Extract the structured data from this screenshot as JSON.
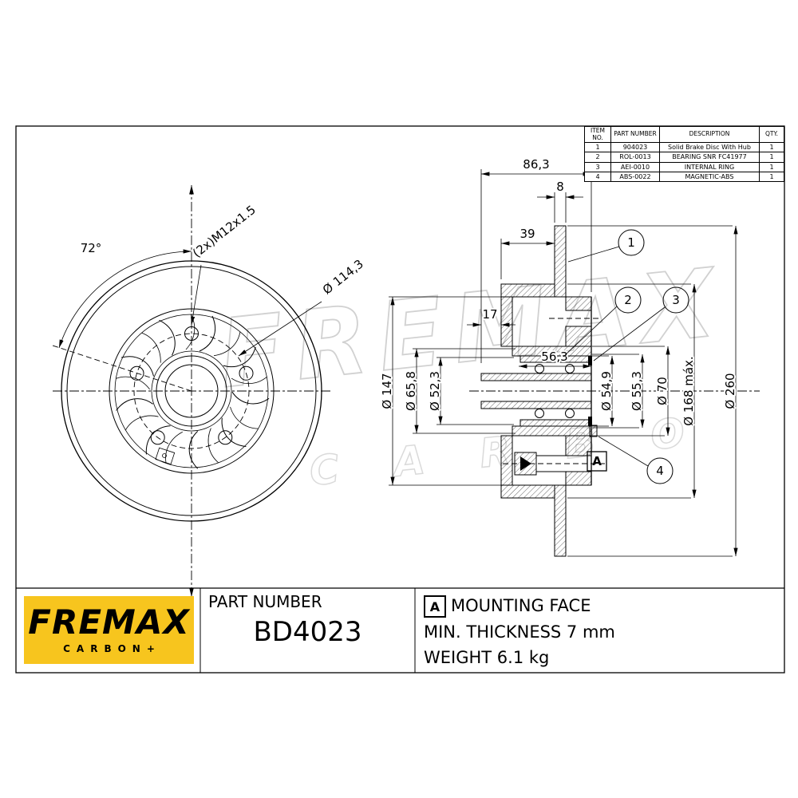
{
  "colors": {
    "accent_yellow": "#F7C51E",
    "line": "#000000",
    "watermark_gray": "#c9c9c9"
  },
  "parts_table": {
    "headers": [
      "ITEM NO.",
      "PART NUMBER",
      "DESCRIPTION",
      "QTY."
    ],
    "rows": [
      [
        "1",
        "904023",
        "Solid Brake Disc With Hub",
        "1"
      ],
      [
        "2",
        "ROL-0013",
        "BEARING SNR FC41977",
        "1"
      ],
      [
        "3",
        "AEI-0010",
        "INTERNAL RING",
        "1"
      ],
      [
        "4",
        "ABS-0022",
        "MAGNETIC-ABS",
        "1"
      ]
    ]
  },
  "front_view": {
    "angle": "72°",
    "thread_label": "(2x)M12x1.5",
    "bolt_circle_dia": "Ø 114,3"
  },
  "section_view": {
    "dim_total_width": "86,3",
    "dim_disc_thickness": "8",
    "dim_hat_depth": "39",
    "dim_hub_protrusion": "17",
    "dim_bearing_seat": "56,3",
    "dia_147": "Ø 147",
    "dia_65_8": "Ø 65,8",
    "dia_52_3": "Ø 52,3",
    "dia_54_9": "Ø 54,9",
    "dia_55_3": "Ø 55,3",
    "dia_70": "Ø 70",
    "dia_168_max": "Ø 168 máx.",
    "dia_260": "Ø 260",
    "callout_1": "1",
    "callout_2": "2",
    "callout_3": "3",
    "callout_4": "4",
    "datum_flag": "A"
  },
  "watermark": {
    "main": "FREMAX",
    "sub": "C A R B O"
  },
  "footer": {
    "brand": "FREMAX",
    "brand_sub": "CARBON+",
    "part_number_label": "PART NUMBER",
    "part_number": "BD4023",
    "datum_flag": "A",
    "mounting_face": "MOUNTING FACE",
    "min_thickness": "MIN. THICKNESS 7 mm",
    "weight": "WEIGHT 6.1 kg"
  }
}
